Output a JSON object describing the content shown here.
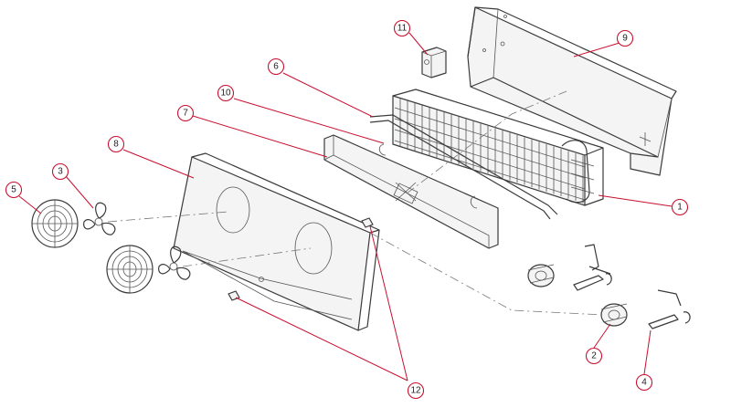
{
  "diagram": {
    "callouts": [
      {
        "id": "callout-1",
        "label": "1"
      },
      {
        "id": "callout-2",
        "label": "2"
      },
      {
        "id": "callout-3",
        "label": "3"
      },
      {
        "id": "callout-4",
        "label": "4"
      },
      {
        "id": "callout-5",
        "label": "5"
      },
      {
        "id": "callout-6",
        "label": "6"
      },
      {
        "id": "callout-7",
        "label": "7"
      },
      {
        "id": "callout-8",
        "label": "8"
      },
      {
        "id": "callout-9",
        "label": "9"
      },
      {
        "id": "callout-10",
        "label": "10"
      },
      {
        "id": "callout-11",
        "label": "11"
      },
      {
        "id": "callout-12",
        "label": "12"
      }
    ],
    "colors": {
      "line": "#3a3a3a",
      "callout": "#c8102e",
      "background": "#ffffff"
    }
  }
}
